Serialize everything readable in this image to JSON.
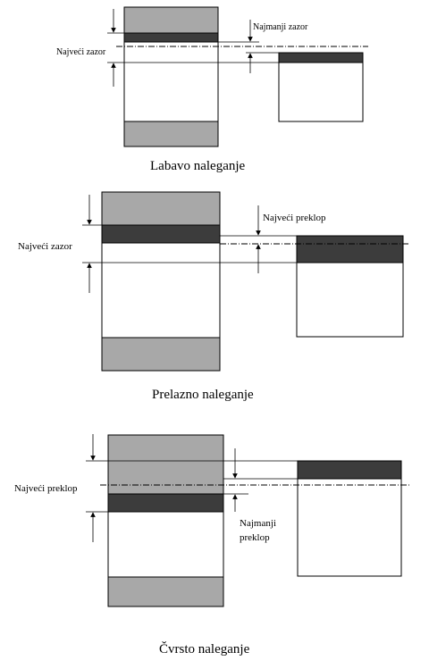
{
  "colors": {
    "shaft": "#a8a8a8",
    "tolerance_band": "#3c3c3c",
    "line": "#000000",
    "background": "#ffffff"
  },
  "panel1": {
    "caption": "Labavo naleganje",
    "left_label": "Najveći zazor",
    "right_label": "Najmanji zazor"
  },
  "panel2": {
    "caption": "Prelazno naleganje",
    "left_label": "Najveći zazor",
    "right_label": "Najveći preklop"
  },
  "panel3": {
    "caption": "Čvrsto naleganje",
    "left_label": "Najveći preklop",
    "right_label_line1": "Najmanji",
    "right_label_line2": "preklop"
  }
}
